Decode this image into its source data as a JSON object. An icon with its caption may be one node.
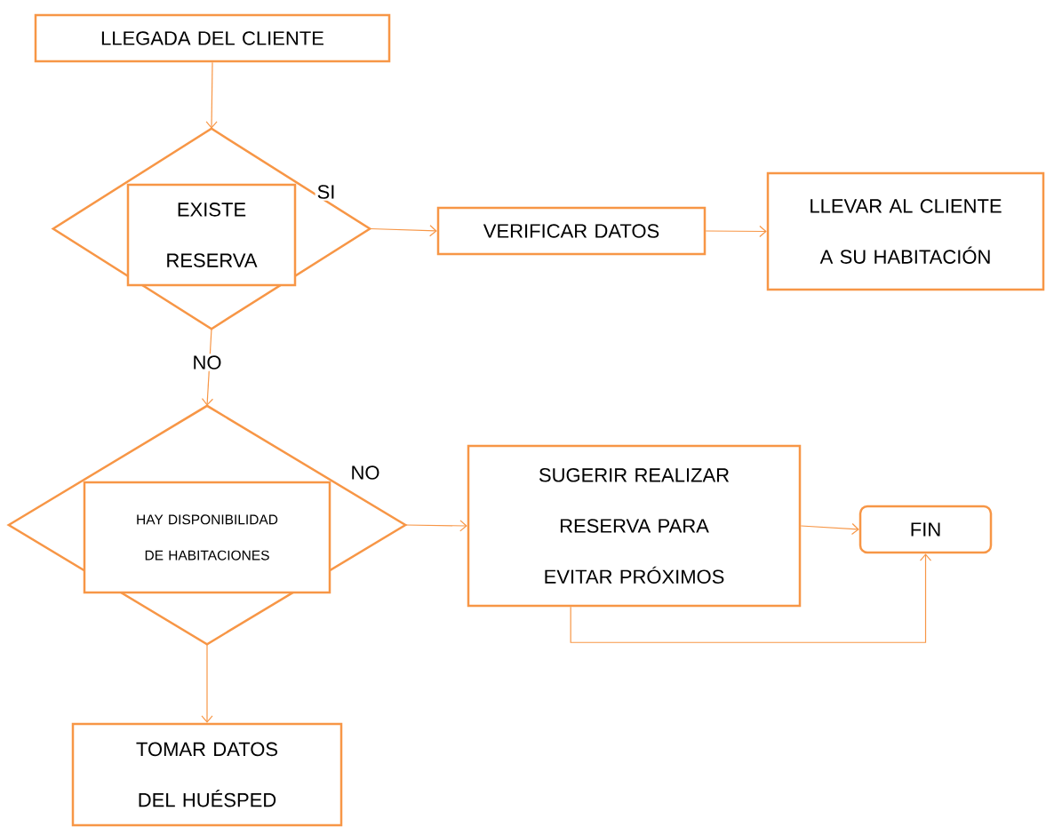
{
  "diagram": {
    "nodes": [
      {
        "text": [
          "LLEGADA DEL CLIENTE"
        ]
      },
      {
        "text": [],
        "shape": "diamond"
      },
      {
        "text": [
          "EXISTE RESERVA"
        ],
        "in": 1
      },
      {
        "text": [
          "VERIFICAR DATOS"
        ]
      },
      {
        "text": [
          "LLEVAR AL CLIENTE A SU HABITACIÓN"
        ]
      },
      {
        "text": [],
        "shape": "diamond"
      },
      {
        "text": [
          "HAY DISPONIBILIDAD DE HABITACIONES"
        ],
        "in": 5
      },
      {
        "text": [
          "SUGERIR REALIZAR RESERVA PARA EVITAR PRÓXIMOS"
        ]
      },
      {
        "text": [
          "FIN"
        ]
      },
      {
        "text": [
          "TOMAR DATOS DEL HUÉSPED"
        ]
      }
    ],
    "edges": [
      {
        "from": 0,
        "to": 1,
        "arrow": "to"
      },
      {
        "from": 1,
        "to": 3,
        "arrow": "to",
        "label": "SI"
      },
      {
        "from": 3,
        "to": 4,
        "arrow": "to"
      },
      {
        "from": 1,
        "to": 5,
        "arrow": "to",
        "label": "NO"
      },
      {
        "from": 5,
        "to": 7,
        "arrow": "to",
        "label": "NO"
      },
      {
        "from": 7,
        "to": 8,
        "arrow": "to"
      },
      {
        "from": 7,
        "to": 8,
        "arrow": "to"
      },
      {
        "from": 5,
        "to": 9,
        "arrow": "to"
      }
    ]
  }
}
